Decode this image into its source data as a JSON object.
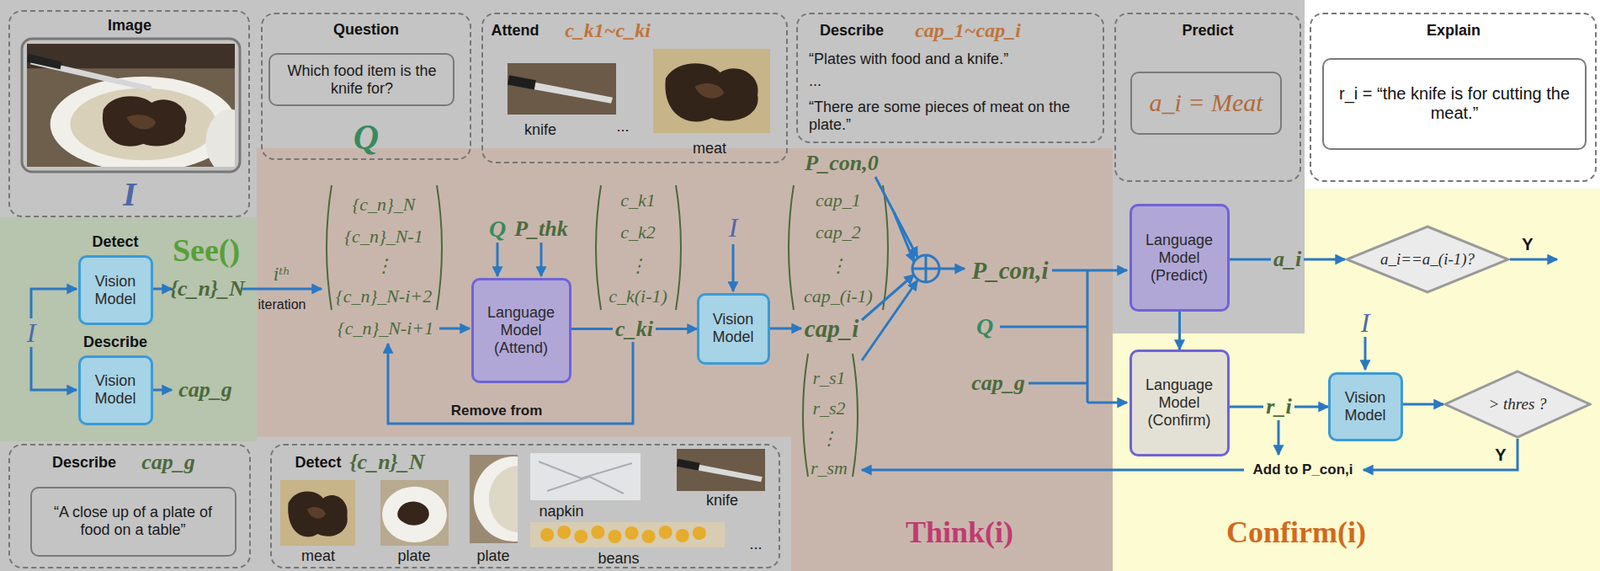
{
  "diagram": {
    "nodes": [
      {
        "text": [
          "Image",
          "I"
        ]
      },
      {
        "text": [
          "Question",
          "Q"
        ]
      },
      {
        "text": [
          "Which food item is the knife for?"
        ],
        "in": 1
      },
      {
        "text": [
          "Attend",
          "c_k1~c_ki",
          "knife",
          "...",
          "meat"
        ]
      },
      {
        "text": [
          "Describe",
          "cap_1~cap_i",
          "“Plates with food and a knife.”",
          "...",
          "“There are some pieces of meat on the plate.”"
        ]
      },
      {
        "text": [
          "Predict"
        ]
      },
      {
        "text": [
          "a_i = Meat"
        ],
        "in": 5
      },
      {
        "text": [
          "Explain"
        ]
      },
      {
        "text": [
          "r_i = “the knife is for cutting the meat.”"
        ],
        "in": 7
      },
      {
        "text": [
          "See()"
        ]
      },
      {
        "text": [
          "Detect",
          "Vision Model"
        ],
        "in": 9
      },
      {
        "text": [
          "Describe",
          "Vision Model"
        ],
        "in": 9
      },
      {
        "text": [
          "Describe",
          "cap_g"
        ]
      },
      {
        "text": [
          "“A close up of a plate of food on a table”"
        ],
        "in": 12
      },
      {
        "text": [
          "Detect",
          "{c_n}_N",
          "meat",
          "plate",
          "plate",
          "napkin",
          "knife",
          "beans",
          "..."
        ]
      },
      {
        "text": [
          "Think(i)"
        ]
      },
      {
        "text": [
          "Language Model (Attend)"
        ],
        "in": 15
      },
      {
        "text": [
          "Vision Model"
        ],
        "in": 15
      },
      {
        "text": [
          "Language Model (Predict)"
        ]
      },
      {
        "text": [
          "Confirm(i)"
        ]
      },
      {
        "text": [
          "a_i==a_(i-1)?"
        ],
        "in": 19
      },
      {
        "text": [
          "Language Model (Confirm)"
        ],
        "in": 19
      },
      {
        "text": [
          "Vision Model"
        ],
        "in": 19
      },
      {
        "text": [
          "> thres ?"
        ],
        "in": 19
      }
    ],
    "edges": [
      {
        "from": 16,
        "to": 17,
        "label": "c_ki",
        "arrow": "to"
      },
      {
        "from": 18,
        "to": 20,
        "label": "a_i",
        "arrow": "to"
      },
      {
        "from": 18,
        "to": 21,
        "arrow": "to"
      },
      {
        "from": 21,
        "to": 22,
        "label": "r_i",
        "arrow": "to"
      },
      {
        "from": 22,
        "to": 23,
        "arrow": "to"
      }
    ],
    "labels": [
      "I",
      "{c_n}_N",
      "cap_g",
      "iᵗʰ",
      "iteration",
      "{c_n}_N",
      "{c_n}_N-1",
      "⋮",
      "{c_n}_N-i+2",
      "{c_n}_N-i+1",
      "Q",
      "P_thk",
      "c_k1",
      "c_k2",
      "⋮",
      "c_k(i-1)",
      "I",
      "Remove from",
      "P_con,0",
      "cap_1",
      "cap_2",
      "⋮",
      "cap_(i-1)",
      "cap_i",
      "r_s1",
      "r_s2",
      "⋮",
      "r_sm",
      "P_con,i",
      "Q",
      "cap_g",
      "Y",
      "I",
      "Y",
      "Add to P_con,i"
    ]
  }
}
